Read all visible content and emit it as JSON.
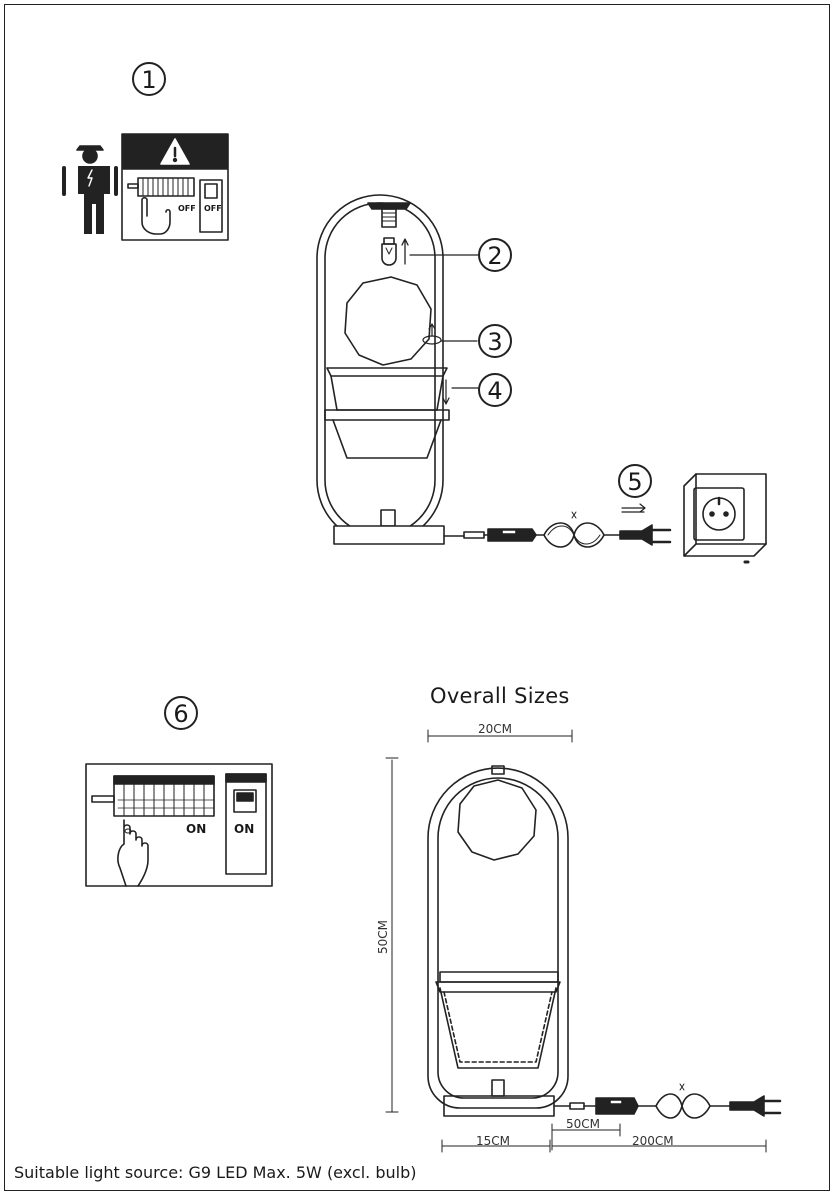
{
  "steps": {
    "s1": "1",
    "s2": "2",
    "s3": "3",
    "s4": "4",
    "s5": "5",
    "s6": "6"
  },
  "panel_top": {
    "off_left": "OFF",
    "off_right": "OFF"
  },
  "panel_bottom": {
    "on_left": "ON",
    "on_right": "ON"
  },
  "sizes": {
    "title": "Overall  Sizes",
    "width": "20CM",
    "height": "50CM",
    "base": "15CM",
    "cord_switch": "50CM",
    "cord_total": "200CM"
  },
  "footer": "Suitable light source: G9 LED Max. 5W (excl. bulb)",
  "icons": [
    "electrician-icon",
    "warning-icon",
    "breaker-panel-icon",
    "hand-icon",
    "wall-socket-icon",
    "plug-icon",
    "inline-switch-icon"
  ]
}
